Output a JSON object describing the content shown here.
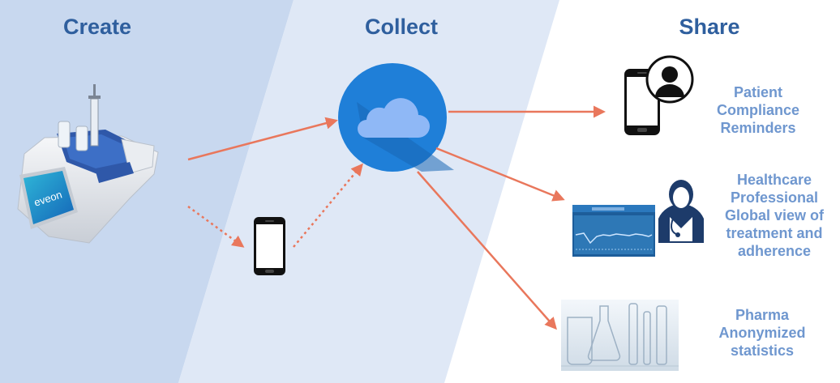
{
  "columns": {
    "create": "Create",
    "collect": "Collect",
    "share": "Share"
  },
  "device": {
    "brand": "eveon"
  },
  "outputs": {
    "patient": [
      "Patient",
      "Compliance",
      "Reminders"
    ],
    "healthcare": [
      "Healthcare",
      "Professional",
      "Global view of",
      "treatment and",
      "adherence"
    ],
    "pharma": [
      "Pharma",
      "Anonymized",
      "statistics"
    ]
  },
  "icons": {
    "cloud": "cloud-icon",
    "phone": "smartphone-icon",
    "patient": "patient-avatar-icon",
    "doctor": "doctor-avatar-icon"
  },
  "colors": {
    "panel_create": "#c8d8ef",
    "panel_collect": "#dfe8f6",
    "title": "#2f5f9e",
    "label": "#6f97cf",
    "arrow": "#e9775c",
    "cloud_bg": "#1f7fd8"
  }
}
